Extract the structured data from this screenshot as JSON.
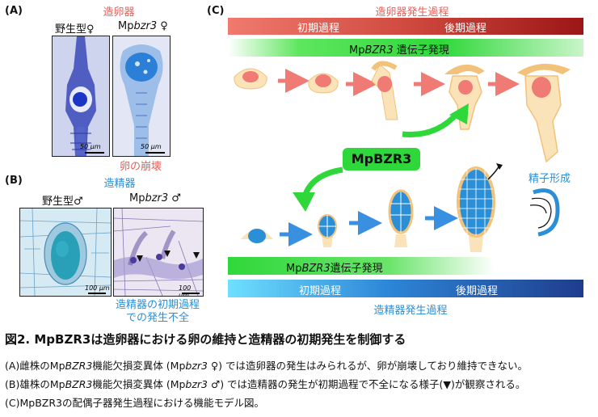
{
  "panelA": {
    "label": "(A)",
    "title": "造卵器",
    "wt_label": "野生型♀",
    "mut_label_prefix": "Mp",
    "mut_label_gene": "bzr3",
    "mut_label_suffix": " ♀",
    "scale_left": "50 μm",
    "scale_right": "50 μm",
    "note": "卵の崩壊"
  },
  "panelB": {
    "label": "(B)",
    "title": "造精器",
    "wt_label": "野生型♂",
    "mut_label_prefix": "Mp",
    "mut_label_gene": "bzr3",
    "mut_label_suffix": " ♂",
    "scale_left": "100 μm",
    "scale_right": "100 μm",
    "note_line1": "造精器の初期過程",
    "note_line2": "での発生不全"
  },
  "panelC": {
    "label": "(C)",
    "top_title": "造卵器発生過程",
    "top_early": "初期過程",
    "top_late": "後期過程",
    "top_expr_prefix": "Mp",
    "top_expr_gene": "BZR3",
    "top_expr_suffix": " 遺伝子発現",
    "center_label": "MpBZR3",
    "sperm_label": "精子形成",
    "bottom_expr_prefix": "Mp",
    "bottom_expr_gene": "BZR3",
    "bottom_expr_suffix": "遺伝子発現",
    "bottom_early": "初期過程",
    "bottom_late": "後期過程",
    "bottom_title": "造精器発生過程"
  },
  "caption": {
    "title": "図2. MpBZR3は造卵器における卵の維持と造精器の初期発生を制御する",
    "lineA_1": "(A)雌株のMp",
    "lineA_gene1": "BZR3",
    "lineA_2": "機能欠損変異体 (Mp",
    "lineA_gene2": "bzr3",
    "lineA_3": " ♀) では造卵器の発生はみられるが、卵が崩壊しており維持できない。",
    "lineB_1": "(B)雄株のMp",
    "lineB_gene1": "BZR3",
    "lineB_2": "機能欠損変異体 (Mp",
    "lineB_gene2": "bzr3",
    "lineB_3": " ♂) では造精器の発生が初期過程で不全になる様子(▼)が観察される。",
    "lineC": "(C)MpBZR3の配偶子器発生過程における機能モデル図。"
  },
  "colors": {
    "red": "#e8605a",
    "blue": "#2a8fd6",
    "green": "#2fd83a",
    "dark_red": "#a31b1b",
    "dark_blue": "#1f3c8c"
  }
}
